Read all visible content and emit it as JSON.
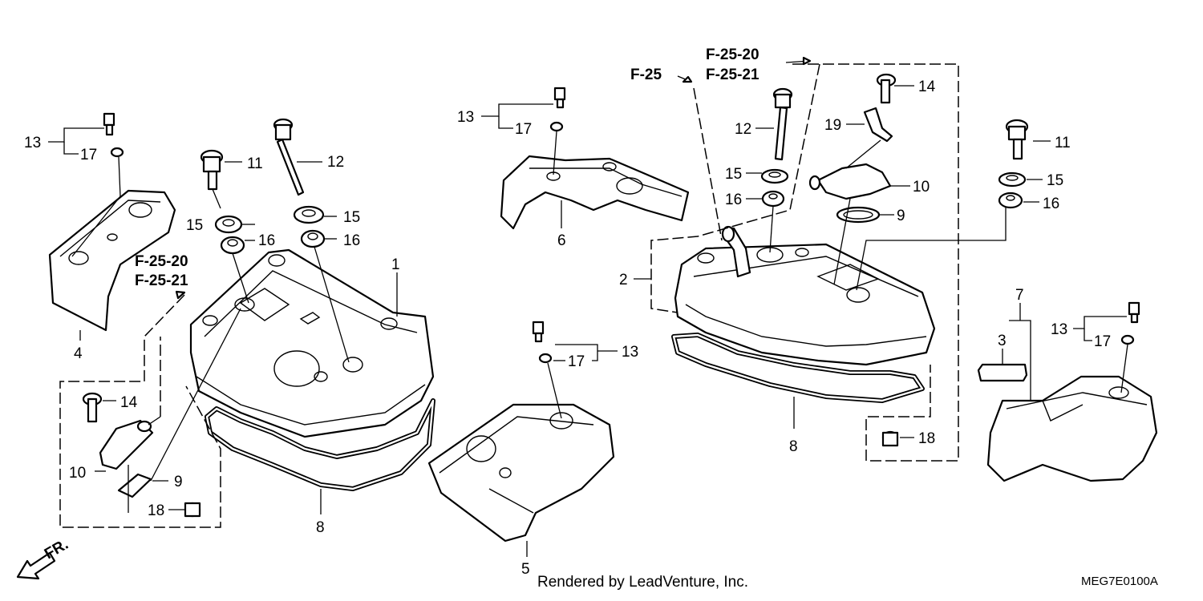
{
  "callouts": {
    "c1": "1",
    "c2": "2",
    "c3": "3",
    "c4": "4",
    "c5": "5",
    "c6": "6",
    "c7": "7",
    "c8": "8",
    "c9": "9",
    "c10": "10",
    "c11": "11",
    "c12": "12",
    "c13": "13",
    "c14": "14",
    "c15": "15",
    "c16": "16",
    "c17": "17",
    "c18": "18",
    "c19": "19"
  },
  "references": {
    "f2520": "F-25-20",
    "f2521": "F-25-21",
    "f25": "F-25"
  },
  "direction": "FR.",
  "footer": {
    "credit": "Rendered by LeadVenture, Inc.",
    "code": "MEG7E0100A"
  }
}
